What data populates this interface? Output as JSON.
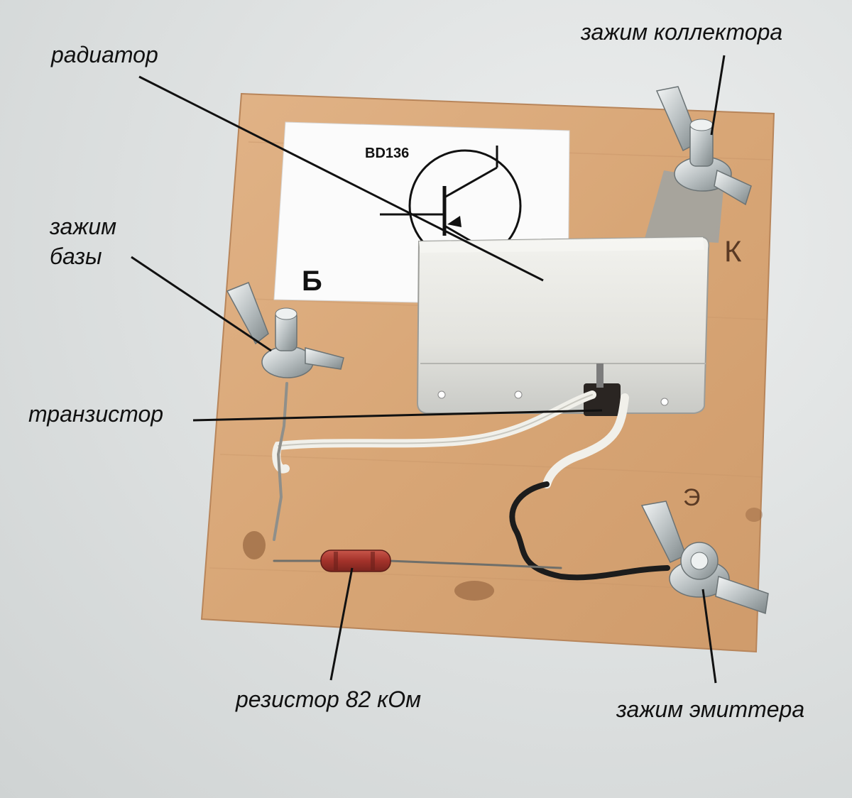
{
  "labels": {
    "radiator": "радиатор",
    "collector_clamp": "зажим коллектора",
    "base_clamp_line1": "зажим",
    "base_clamp_line2": "базы",
    "transistor": "транзистор",
    "resistor": "резистор 82 кОм",
    "emitter_clamp": "зажим эмиттера"
  },
  "board": {
    "part_number": "BD136",
    "mark_base": "Б",
    "mark_collector": "К",
    "mark_emitter": "Э"
  },
  "colors": {
    "background": "#dfe2e2",
    "plywood": "#d9a878",
    "radiator": "#e6e6e2",
    "resistor": "#a8322a",
    "wire_white": "#f1f0ea",
    "wire_black": "#1c1c1c",
    "leader_line": "#111111"
  }
}
